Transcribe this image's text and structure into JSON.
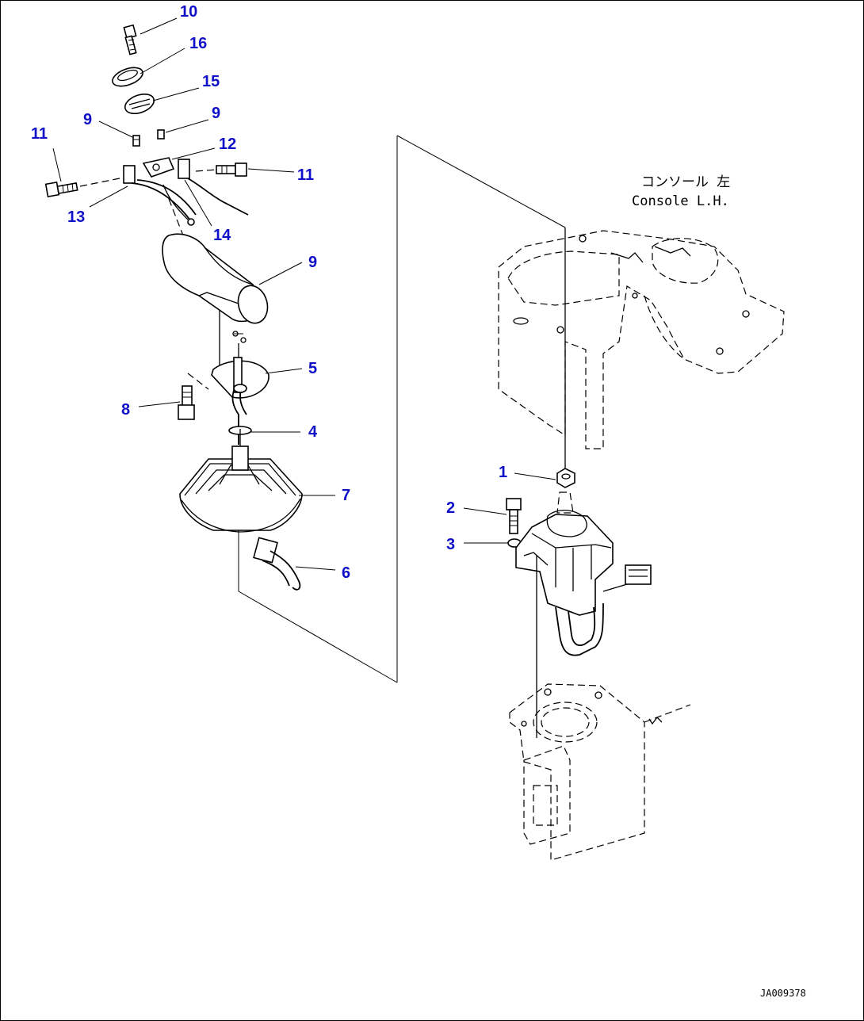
{
  "caption": {
    "line1": "コンソール 左",
    "line2": "Console L.H."
  },
  "drawing_code": "JA009378",
  "callouts": [
    {
      "id": "c10",
      "label": "10"
    },
    {
      "id": "c16",
      "label": "16"
    },
    {
      "id": "c15",
      "label": "15"
    },
    {
      "id": "c9a",
      "label": "9"
    },
    {
      "id": "c9b",
      "label": "9"
    },
    {
      "id": "c11a",
      "label": "11"
    },
    {
      "id": "c12",
      "label": "12"
    },
    {
      "id": "c11b",
      "label": "11"
    },
    {
      "id": "c13",
      "label": "13"
    },
    {
      "id": "c14",
      "label": "14"
    },
    {
      "id": "c9c",
      "label": "9"
    },
    {
      "id": "c5",
      "label": "5"
    },
    {
      "id": "c8",
      "label": "8"
    },
    {
      "id": "c4",
      "label": "4"
    },
    {
      "id": "c7",
      "label": "7"
    },
    {
      "id": "c6",
      "label": "6"
    },
    {
      "id": "c1",
      "label": "1"
    },
    {
      "id": "c2",
      "label": "2"
    },
    {
      "id": "c3",
      "label": "3"
    }
  ],
  "colors": {
    "callout": "#1010c8",
    "line": "#000000",
    "background": "#ffffff"
  }
}
